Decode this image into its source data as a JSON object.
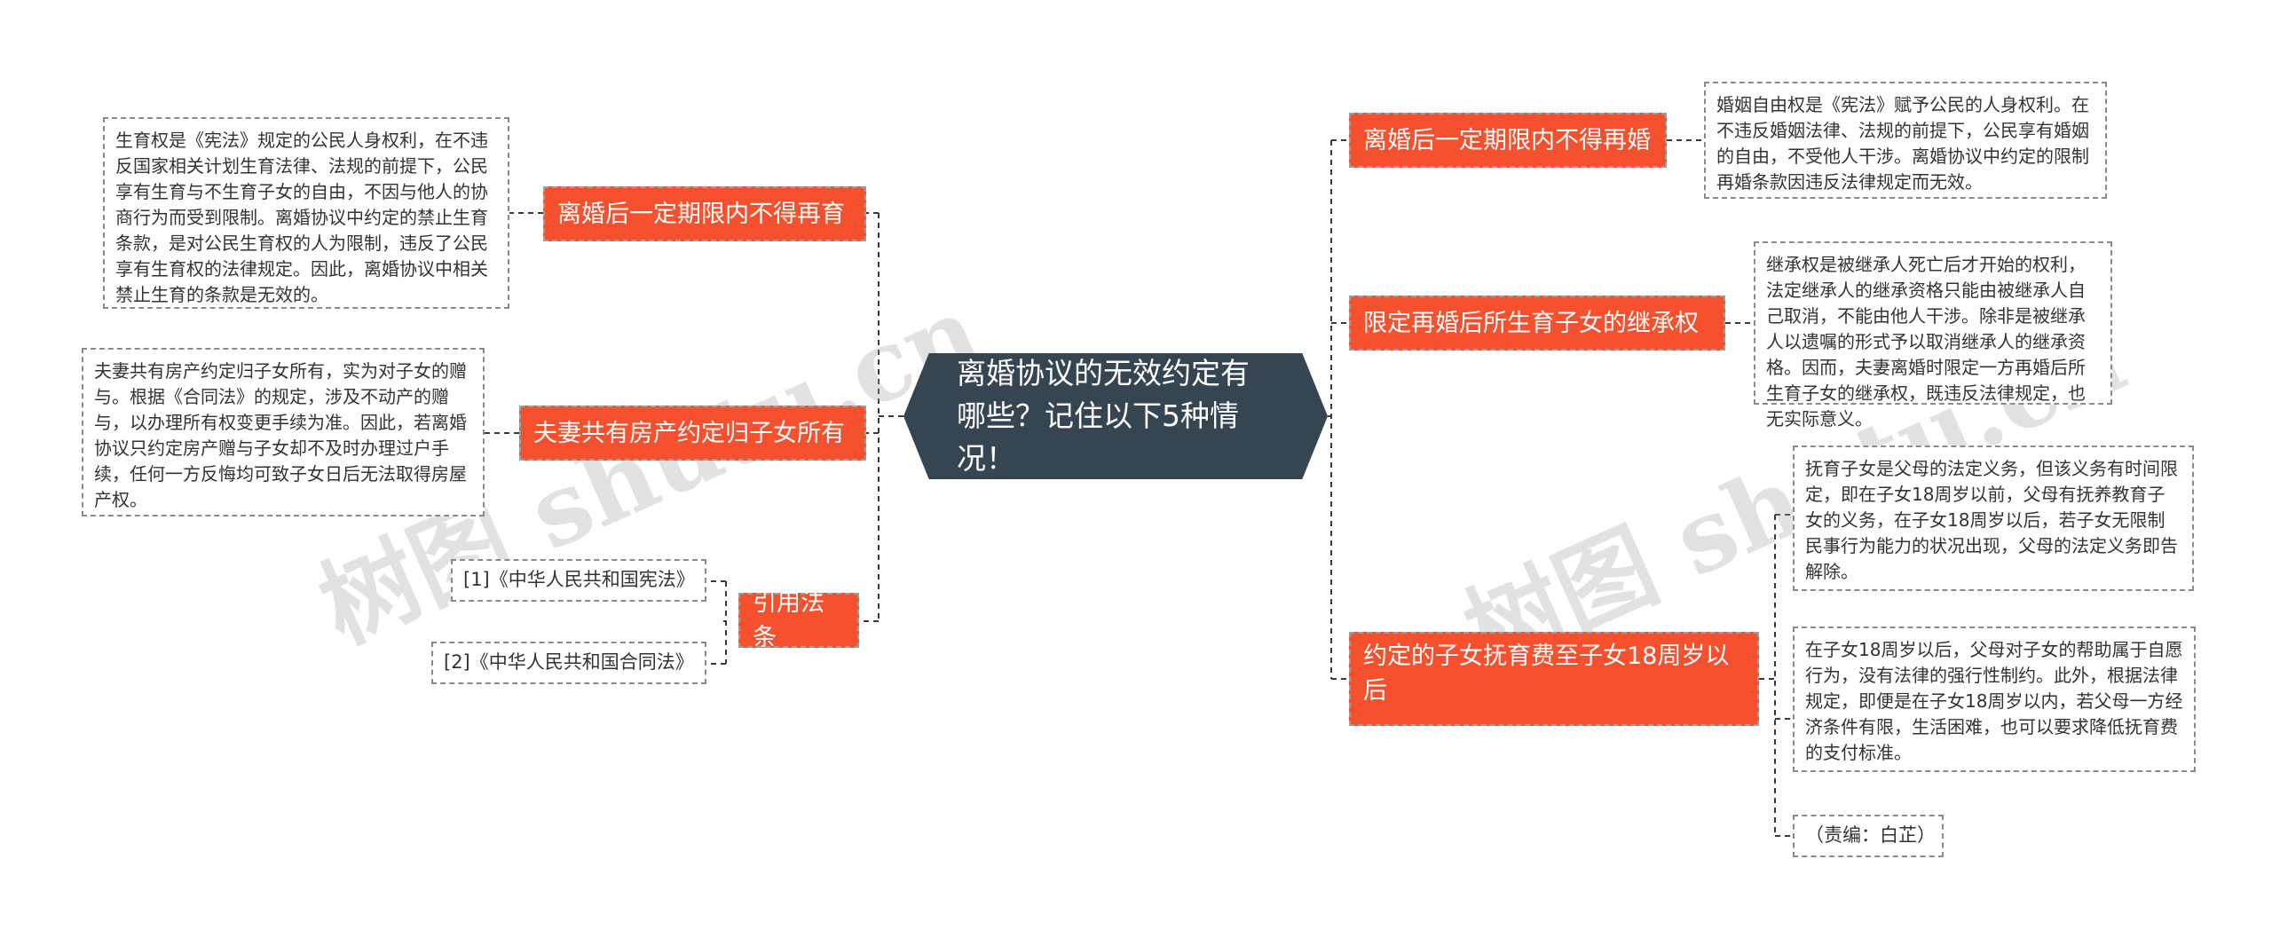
{
  "center": {
    "title": "离婚协议的无效约定有哪些？记住以下5种情况！"
  },
  "left": [
    {
      "topic": "离婚后一定期限内不得再育",
      "detail": "生育权是《宪法》规定的公民人身权利，在不违反国家相关计划生育法律、法规的前提下，公民享有生育与不生育子女的自由，不因与他人的协商行为而受到限制。离婚协议中约定的禁止生育条款，是对公民生育权的人为限制，违反了公民享有生育权的法律规定。因此，离婚协议中相关禁止生育的条款是无效的。"
    },
    {
      "topic": "夫妻共有房产约定归子女所有",
      "detail": "夫妻共有房产约定归子女所有，实为对子女的赠与。根据《合同法》的规定，涉及不动产的赠与，以办理所有权变更手续为准。因此，若离婚协议只约定房产赠与子女却不及时办理过户手续，任何一方反悔均可致子女日后无法取得房屋产权。"
    },
    {
      "topic": "引用法条",
      "refs": [
        "[1]《中华人民共和国宪法》",
        "[2]《中华人民共和国合同法》"
      ]
    }
  ],
  "right": [
    {
      "topic": "离婚后一定期限内不得再婚",
      "detail": "婚姻自由权是《宪法》赋予公民的人身权利。在不违反婚姻法律、法规的前提下，公民享有婚姻的自由，不受他人干涉。离婚协议中约定的限制再婚条款因违反法律规定而无效。"
    },
    {
      "topic": "限定再婚后所生育子女的继承权",
      "detail": "继承权是被继承人死亡后才开始的权利，法定继承人的继承资格只能由被继承人自己取消，不能由他人干涉。除非是被继承人以遗嘱的形式予以取消继承人的继承资格。因而，夫妻离婚时限定一方再婚后所生育子女的继承权，既违反法律规定，也无实际意义。"
    },
    {
      "topic": "约定的子女抚育费至子女18周岁以后",
      "details": [
        "抚育子女是父母的法定义务，但该义务有时间限定，即在子女18周岁以前，父母有抚养教育子女的义务，在子女18周岁以后，若子女无限制民事行为能力的状况出现，父母的法定义务即告解除。",
        "在子女18周岁以后，父母对子女的帮助属于自愿行为，没有法律的强行性制约。此外，根据法律规定，即便是在子女18周岁以内，若父母一方经济条件有限，生活困难，也可以要求降低抚育费的支付标准。",
        "（责编：白芷）"
      ]
    }
  ],
  "watermarks": [
    "树图 shutu.cn",
    "树图 shutu.cn"
  ],
  "colors": {
    "center_bg": "#364552",
    "topic_bg": "#f5512e",
    "line": "#333333"
  }
}
